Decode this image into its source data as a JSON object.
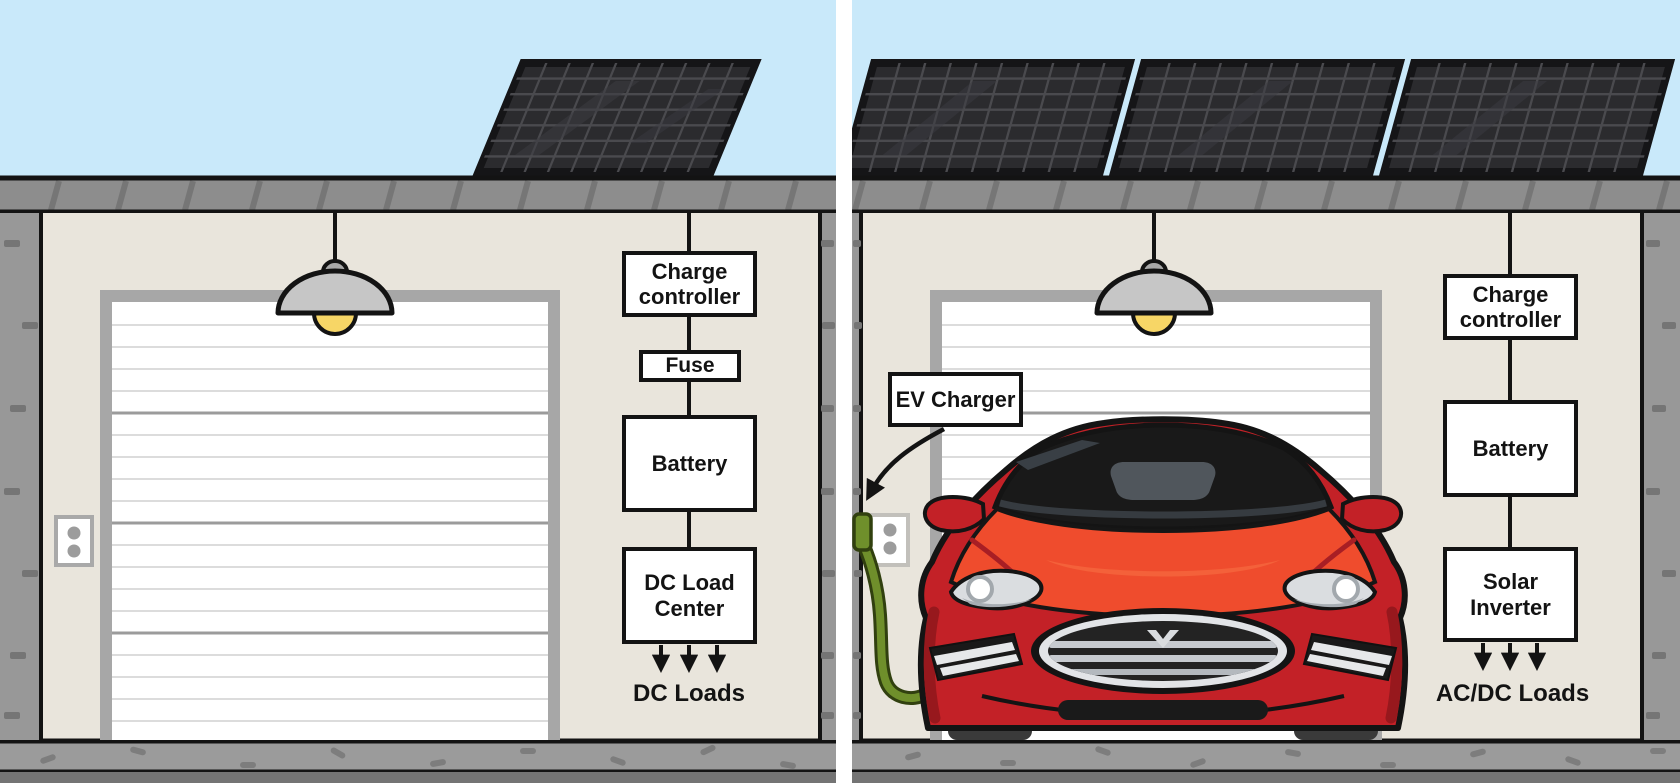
{
  "left_diagram": {
    "charge_controller": "Charge controller",
    "fuse": "Fuse",
    "battery": "Battery",
    "dc_load_center": "DC Load Center",
    "loads_label": "DC Loads"
  },
  "right_diagram": {
    "charge_controller": "Charge controller",
    "battery": "Battery",
    "solar_inverter": "Solar Inverter",
    "loads_label": "AC/DC Loads"
  },
  "callouts": {
    "ev_charger": "EV Charger"
  },
  "colors": {
    "sky": "#c9e9fa",
    "roof_band": "#8d8d8d",
    "interior_wall": "#e9e5dc",
    "floor": "#9b9b9b",
    "floor_base": "#747474",
    "garage_door": "#ffffff",
    "door_frame": "#a7a7a7",
    "solar_panel": "#2b2b2e",
    "car_body_red": "#c32127",
    "car_hood_orange": "#ef4c2d",
    "charger_cable_green": "#6f8f2b",
    "bulb_yellow": "#f7d666",
    "outline": "#131313"
  }
}
